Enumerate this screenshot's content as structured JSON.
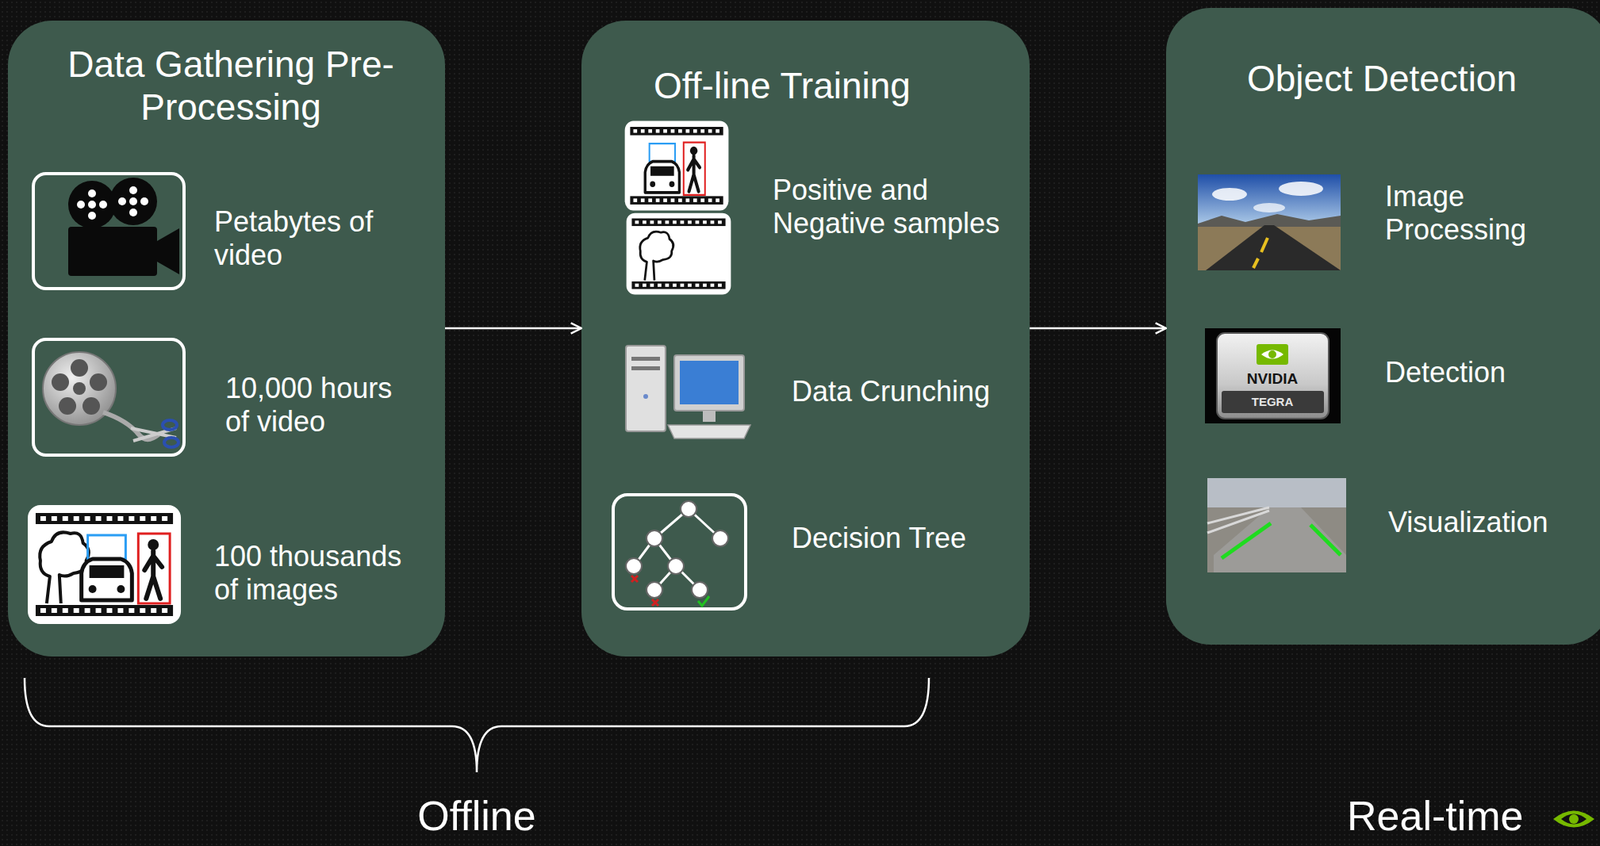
{
  "diagram": {
    "nodes": [
      {
        "text": [
          "Data Gathering Pre-Processing",
          "Petabytes of video",
          "10,000 hours of video",
          "100 thousands of images"
        ]
      },
      {
        "text": [
          "Off-line Training",
          "Positive and Negative samples",
          "Data Crunching",
          "Decision Tree"
        ]
      },
      {
        "text": [
          "Object Detection",
          "Image Processing",
          "Detection",
          "Visualization"
        ]
      }
    ],
    "edges": [
      {
        "from": 0,
        "to": 1,
        "arrow": "to"
      },
      {
        "from": 1,
        "to": 2,
        "arrow": "to"
      }
    ],
    "labels": [
      "Offline",
      "Real-time",
      "NVIDIA",
      "TEGRA"
    ]
  }
}
